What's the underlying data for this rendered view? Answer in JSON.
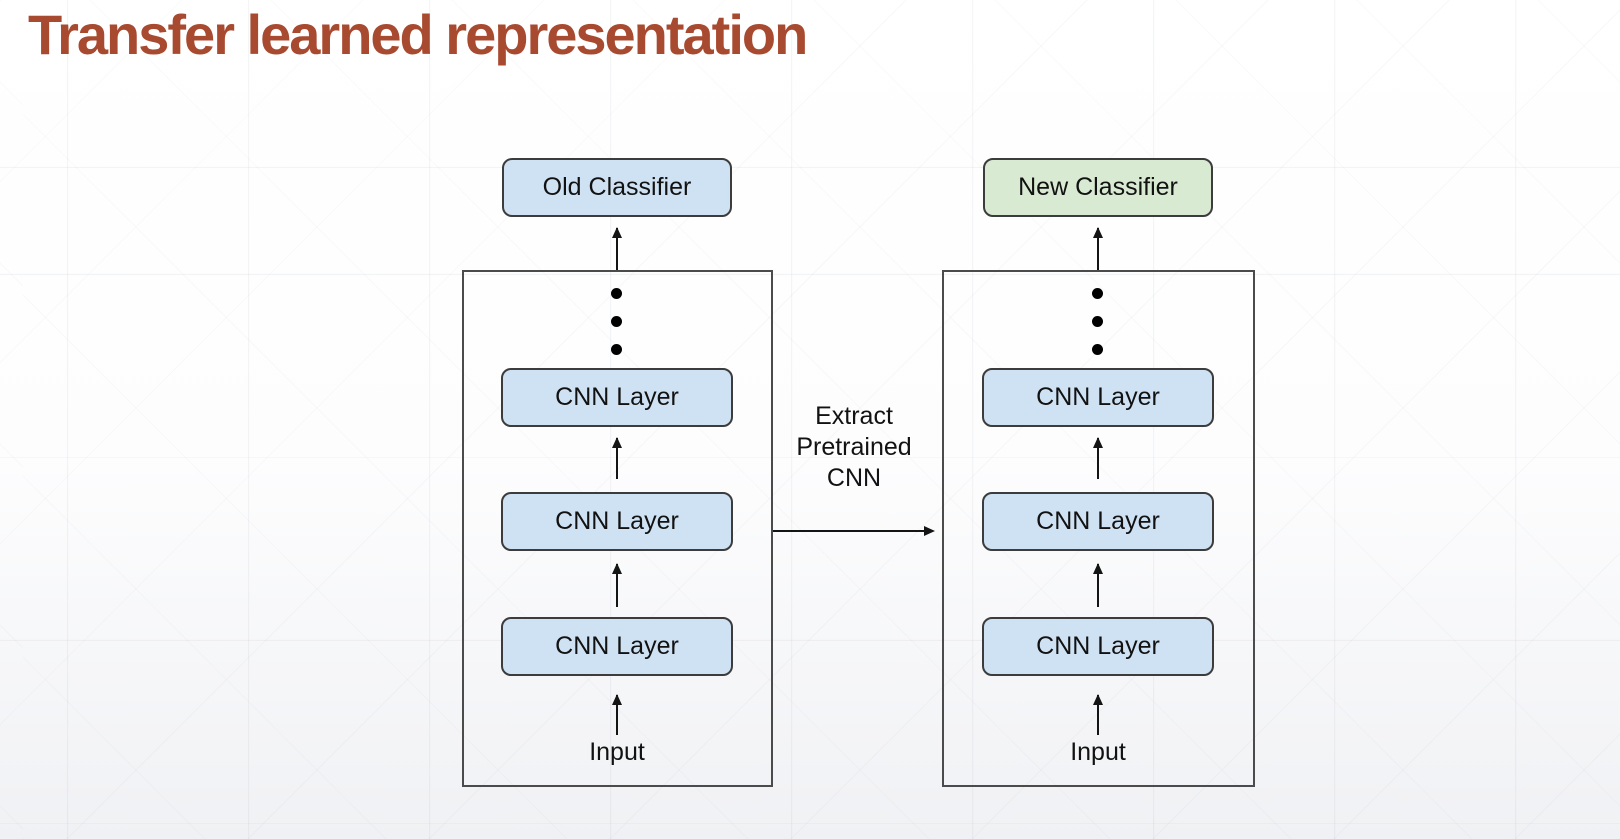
{
  "title": "Transfer learned representation",
  "colors": {
    "title_text": "#A84A30",
    "classifier_old_fill": "#CFE2F3",
    "classifier_new_fill": "#D9EAD3",
    "cnn_layer_fill": "#CFE2F3",
    "node_border": "#3C3C3C",
    "frame_border": "#4B4B4B",
    "arrow": "#141414"
  },
  "left_network": {
    "classifier_label": "Old Classifier",
    "cnn_layers": [
      "CNN Layer",
      "CNN Layer",
      "CNN Layer"
    ],
    "input_label": "Input"
  },
  "right_network": {
    "classifier_label": "New Classifier",
    "cnn_layers": [
      "CNN Layer",
      "CNN Layer",
      "CNN Layer"
    ],
    "input_label": "Input"
  },
  "transfer_arrow": {
    "label_lines": [
      "Extract",
      "Pretrained",
      "CNN"
    ]
  }
}
